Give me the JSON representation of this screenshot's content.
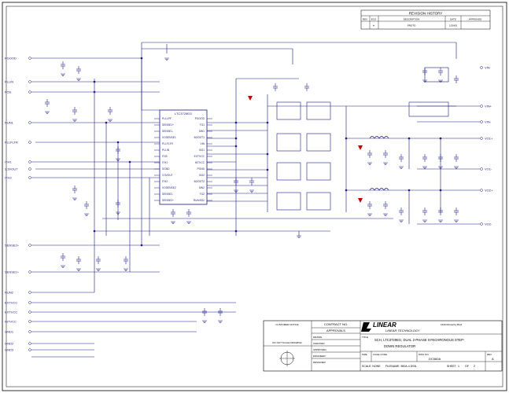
{
  "colors": {
    "wire": "#1a1a8c",
    "label": "#b00000",
    "part": "#b00000",
    "border": "#000000"
  },
  "revision_history": {
    "title": "REVISION HISTORY",
    "headers": [
      "REV",
      "ECO",
      "DESCRIPTION",
      "DATE",
      "APPROVED"
    ],
    "row": [
      "",
      "#",
      "PROTO",
      "1/29/05",
      ""
    ]
  },
  "chip": {
    "name": "LTC3729EG",
    "left_pins": [
      "PLLLPF",
      "SENSE1+",
      "SENSE1-",
      "VOSENSE1",
      "PLLFLTR",
      "PLLIN",
      "FCB",
      "ITH1",
      "SGND",
      "3.3VOUT",
      "ITH2",
      "VOSENSE2",
      "SENSE2-",
      "SENSE2+"
    ],
    "right_pins": [
      "PGOOD",
      "TG1",
      "SW1",
      "BOOST1",
      "VIN",
      "BG1",
      "EXTVCC",
      "INTVCC",
      "PGND",
      "BG2",
      "BOOST2",
      "SW2",
      "TG2",
      "RUN/SS2"
    ]
  },
  "nets_left": [
    "PGOOD",
    "PLLIN",
    "FCB",
    "RUN1",
    "PLLFLTR",
    "ITH1",
    "3.3VOUT",
    "ITH2",
    "SENSE2+",
    "SENSE1+",
    "RUN2",
    "EXTVCC",
    "EXTVCC",
    "INTVCC",
    "GND1",
    "GND2",
    "GND3"
  ],
  "nets_right": [
    "VIN",
    "VIN+",
    "VIN-",
    "VO1+",
    "VO1-",
    "VO2+",
    "VO2-"
  ],
  "title_block": {
    "contract": "CONTRACT NO.",
    "approvals": "APPROVALS",
    "approval_rows": [
      "DRAWN",
      "CHECKED",
      "APPROVED",
      "ENGINEER",
      "DESIGNER"
    ],
    "company": "LINEAR TECHNOLOGY",
    "company_addr": "1630 McCarthy Blvd.",
    "title_label": "TITLE",
    "title_line1": "SCH, LTC3729EG, DUAL 2-PHASE SYNCHRONOUS STEP-",
    "title_line2": "DOWN REGULATOR",
    "size_label": "SIZE",
    "cage_label": "CAGE CODE",
    "dwg_label": "DWG NO",
    "dwg_no": "DC560A",
    "rev_label": "REV",
    "rev": "A",
    "scale": "SCALE: NONE",
    "filename": "FILENAME: 560A-4.DSN",
    "sheet_label": "SHEET",
    "sheet_no": "1",
    "of_label": "OF",
    "of_no": "2",
    "do_not_scale": "DO NOT SCALE DRAWING",
    "notice": "CUSTOMER NOTICE"
  }
}
